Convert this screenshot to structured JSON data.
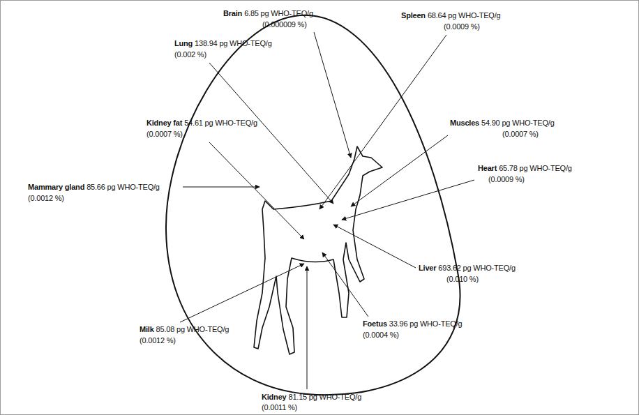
{
  "diagram": {
    "labels": [
      "Brain",
      "6.85 pg WHO-TEQ/g",
      "(0.000009 %)",
      "Spleen",
      "68.64 pg WHO-TEQ/g",
      "(0.0009 %)",
      "Lung",
      "138.94 pg WHO-TEQ/g",
      "(0.002 %)",
      "Kidney fat",
      "54.61 pg WHO-TEQ/g",
      "(0.0007 %)",
      "Muscles",
      "54.90 pg WHO-TEQ/g",
      "(0.0007 %)",
      "Heart",
      "65.78 pg WHO-TEQ/g",
      "(0.0009 %)",
      "Mammary gland",
      "85.66 pg WHO-TEQ/g",
      "(0.0012 %)",
      "Liver",
      "693.62 pg WHO-TEQ/g",
      "(0.010 %)",
      "Milk",
      "85.08 pg WHO-TEQ/g",
      "(0.0012 %)",
      "Foetus",
      "33.96 pg WHO-TEQ/g",
      "(0.0004 %)",
      "Kidney",
      "81.15 pg WHO-TEQ/g",
      "(0.0011 %)"
    ]
  }
}
